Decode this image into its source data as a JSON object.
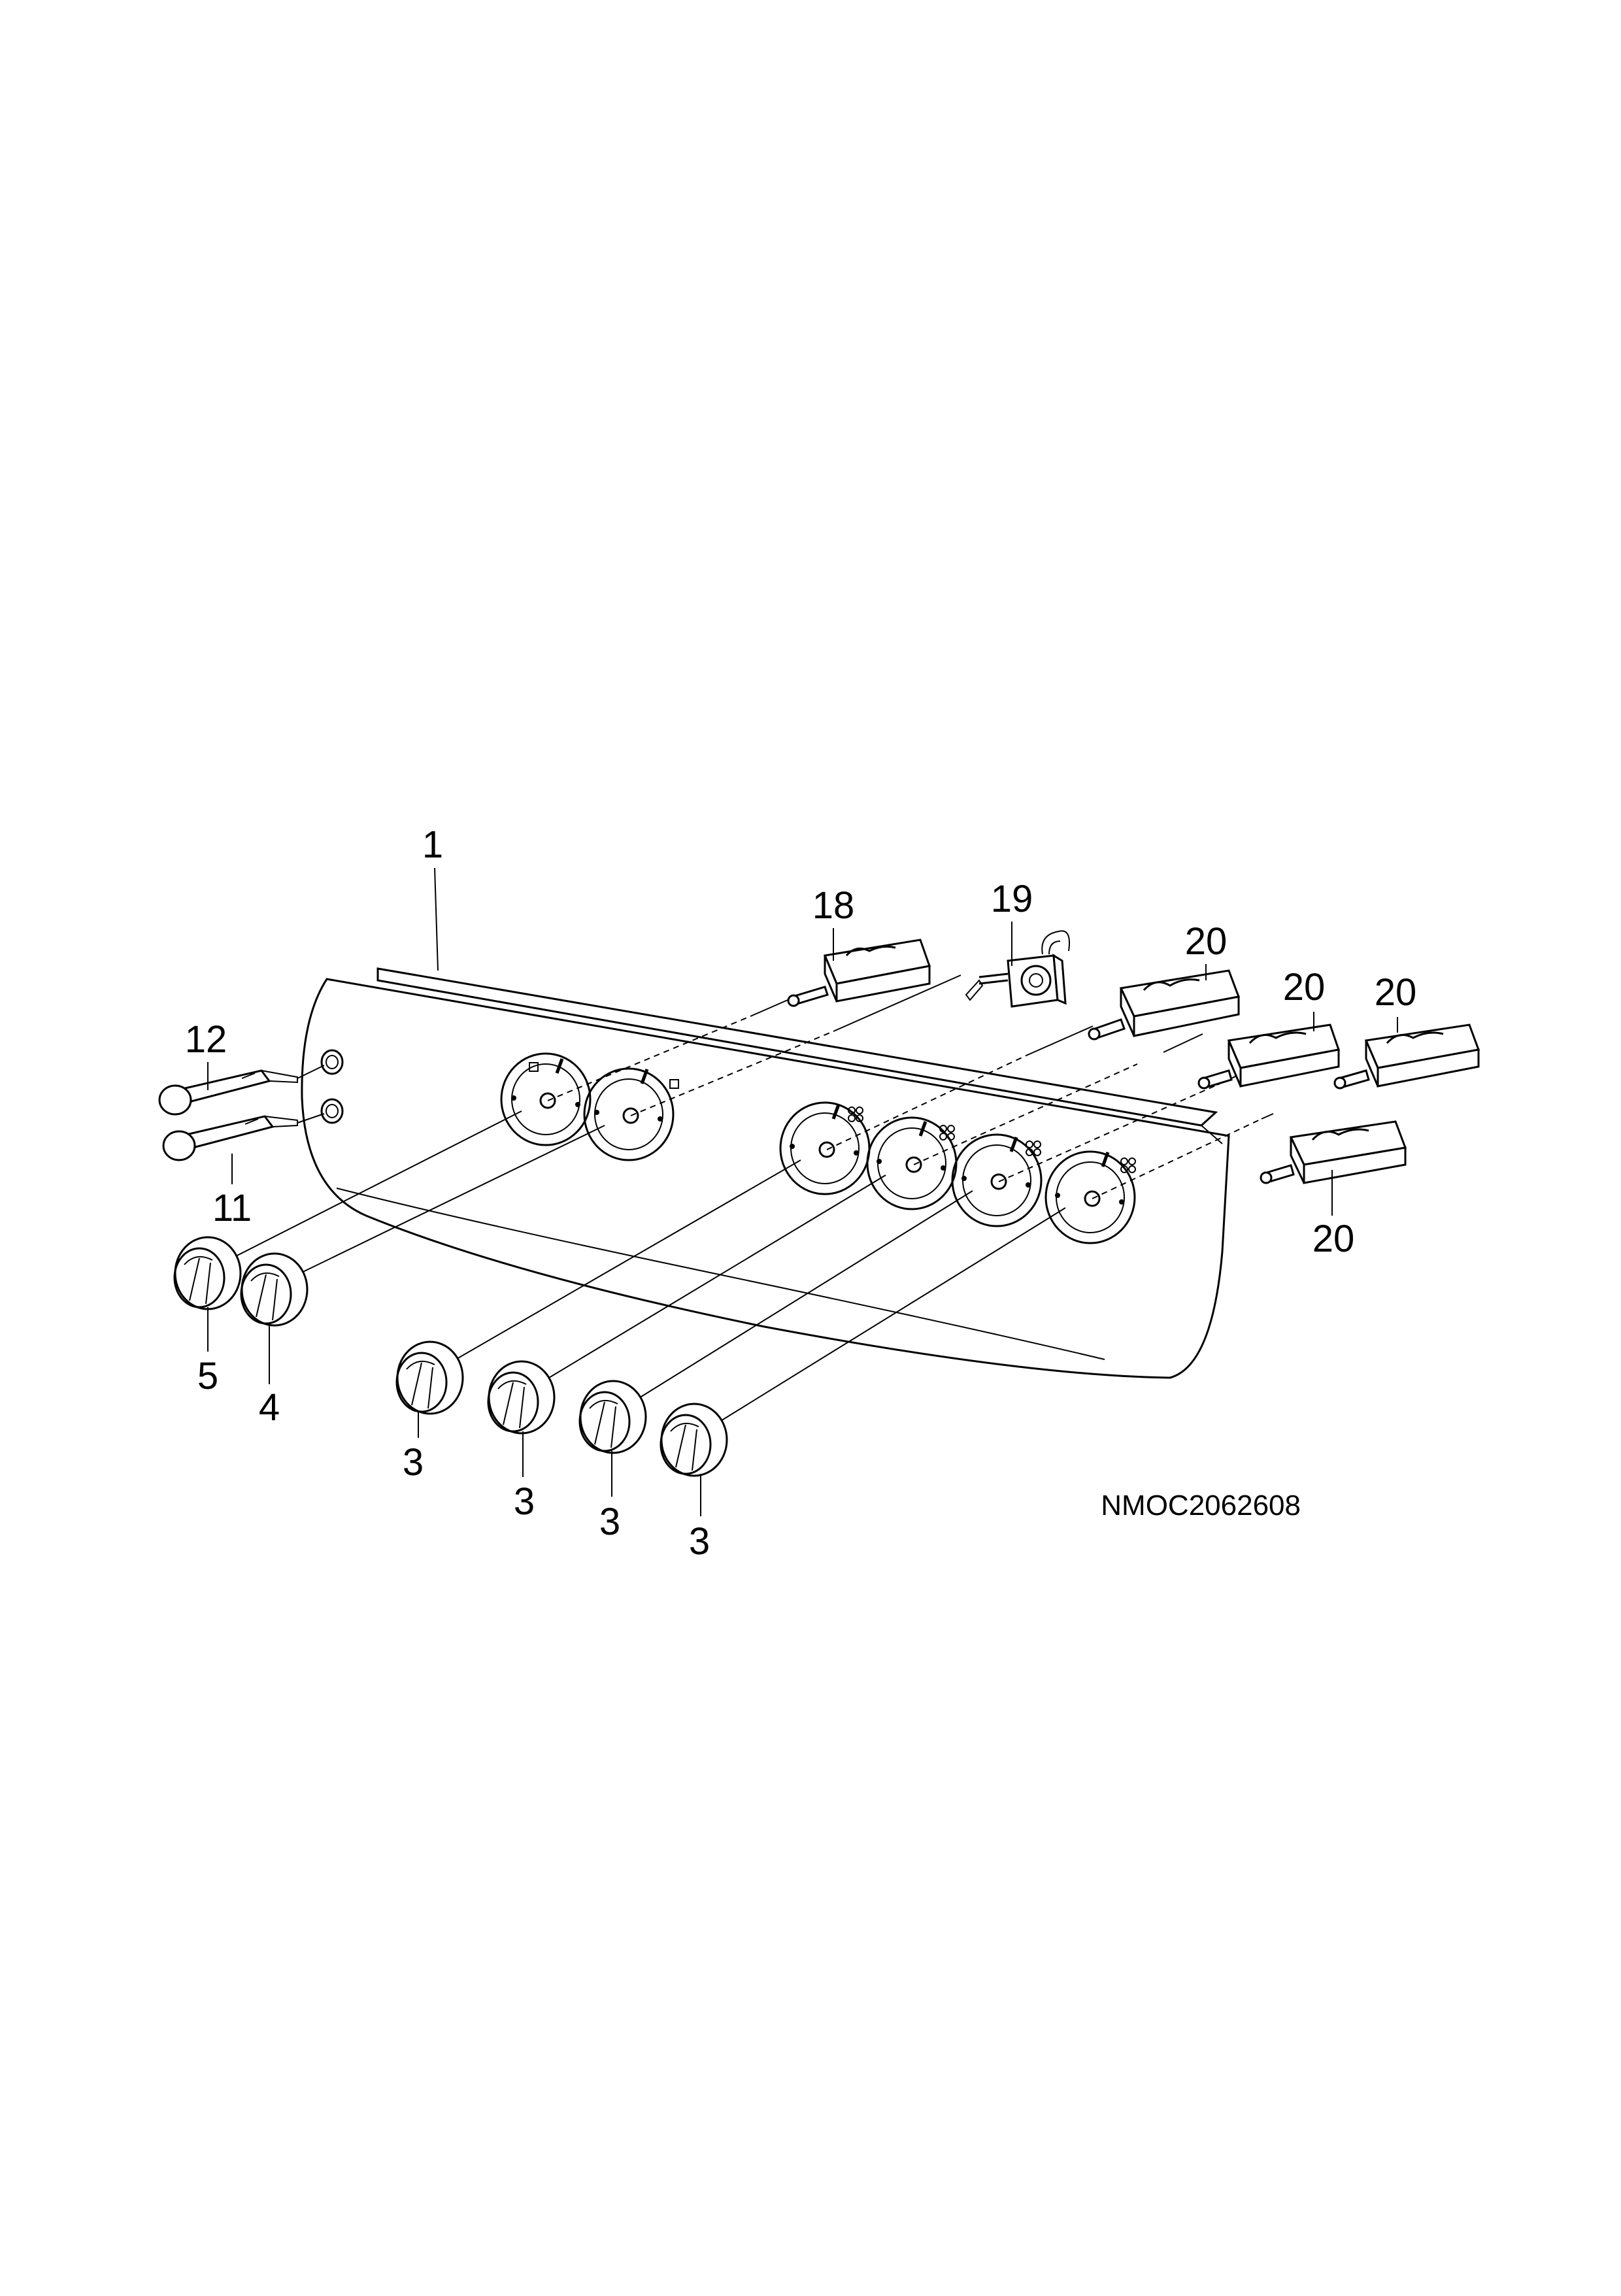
{
  "drawing": {
    "reference": "NMOC2062608"
  },
  "callouts": {
    "panel": "1",
    "knob_3a": "3",
    "knob_3b": "3",
    "knob_3c": "3",
    "knob_3d": "3",
    "knob_4": "4",
    "knob_5": "5",
    "neon_11": "11",
    "neon_12": "12",
    "switch_18": "18",
    "thermostat_19": "19",
    "tap_20a": "20",
    "tap_20b": "20",
    "tap_20c": "20",
    "tap_20d": "20"
  }
}
